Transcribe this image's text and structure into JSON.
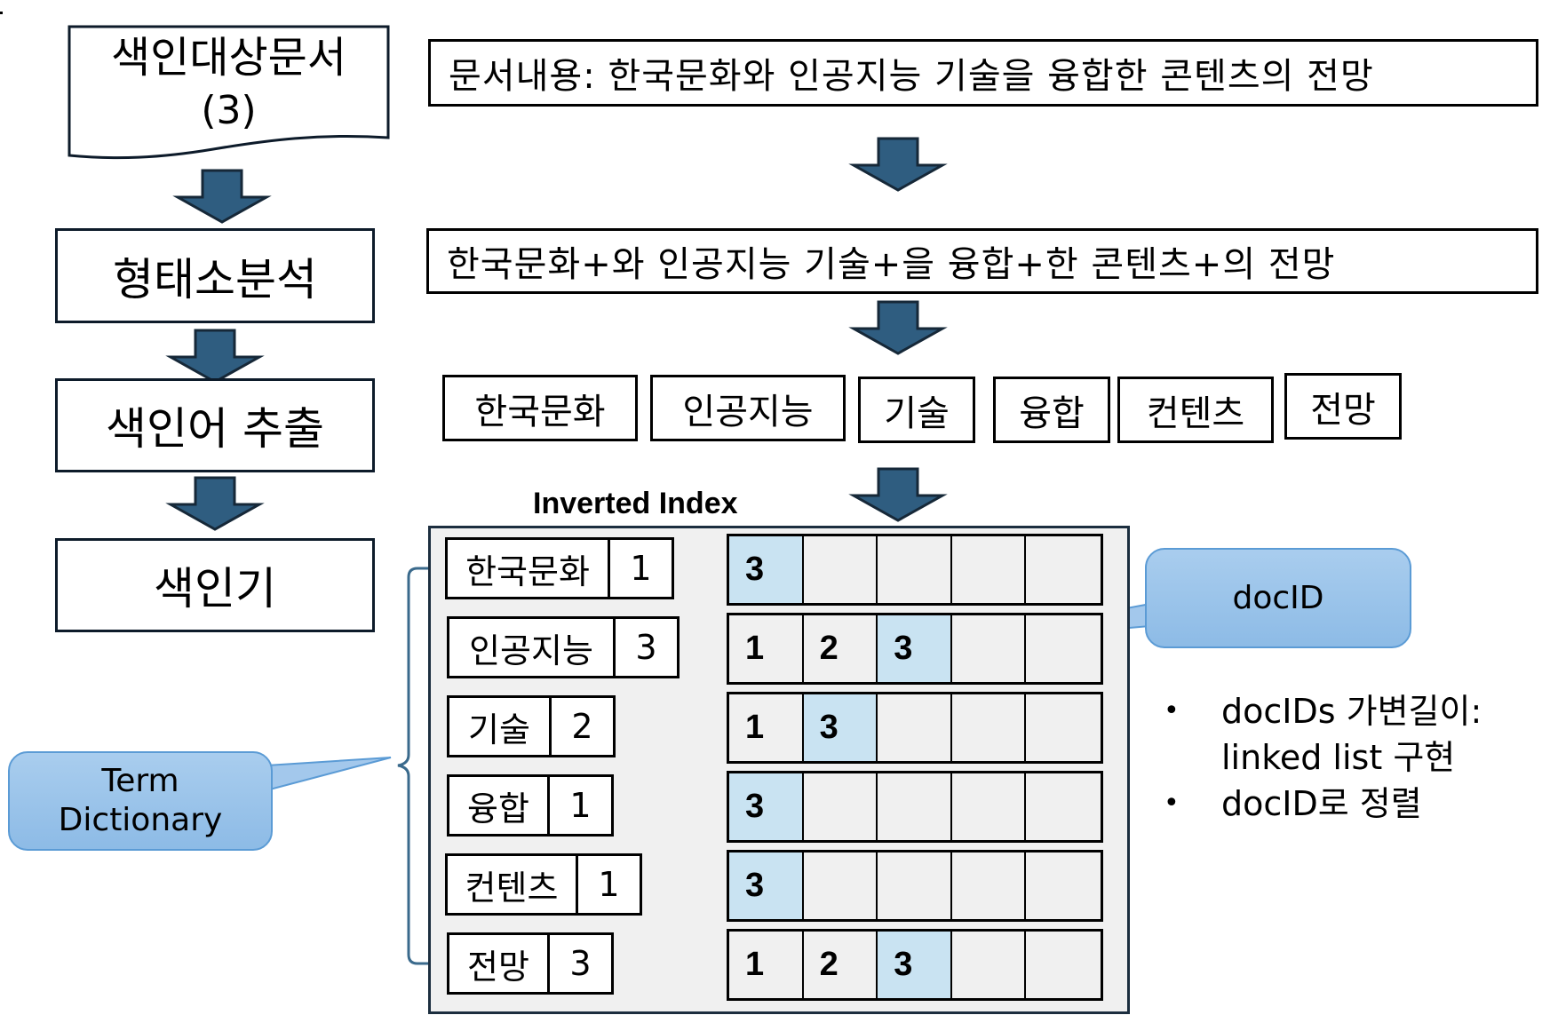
{
  "left_flow": {
    "source_doc": {
      "title": "색인대상문서",
      "count": "(3)"
    },
    "steps": [
      "형태소분석",
      "색인어 추출",
      "색인기"
    ]
  },
  "right_flow": {
    "document_content": "문서내용: 한국문화와 인공지능 기술을 융합한 콘텐츠의 전망",
    "morpheme_result": "한국문화+와 인공지능 기술+을 융합+한 콘텐츠+의 전망",
    "tokens": [
      "한국문화",
      "인공지능",
      "기술",
      "융합",
      "컨텐츠",
      "전망"
    ]
  },
  "inverted_index": {
    "title": "Inverted Index",
    "terms": [
      {
        "term": "한국문화",
        "df": "1",
        "postings": [
          "3",
          "",
          "",
          "",
          ""
        ],
        "highlight": [
          0
        ]
      },
      {
        "term": "인공지능",
        "df": "3",
        "postings": [
          "1",
          "2",
          "3",
          "",
          ""
        ],
        "highlight": [
          2
        ]
      },
      {
        "term": "기술",
        "df": "2",
        "postings": [
          "1",
          "3",
          "",
          "",
          ""
        ],
        "highlight": [
          1
        ]
      },
      {
        "term": "융합",
        "df": "1",
        "postings": [
          "3",
          "",
          "",
          "",
          ""
        ],
        "highlight": [
          0
        ]
      },
      {
        "term": "컨텐츠",
        "df": "1",
        "postings": [
          "3",
          "",
          "",
          "",
          ""
        ],
        "highlight": [
          0
        ]
      },
      {
        "term": "전망",
        "df": "3",
        "postings": [
          "1",
          "2",
          "3",
          "",
          ""
        ],
        "highlight": [
          2
        ]
      }
    ]
  },
  "callouts": {
    "term_dictionary": {
      "line1": "Term",
      "line2": "Dictionary"
    },
    "docid": "docID"
  },
  "notes": [
    {
      "line1": "docIDs 가변길이:",
      "line2": "linked list 구현"
    },
    {
      "line1": "docID로 정렬",
      "line2": ""
    }
  ],
  "colors": {
    "arrow_fill": "#2f5d80",
    "arrow_stroke": "#162838",
    "highlight_cell": "#c9e3f2",
    "panel_bg": "#f0f0f0",
    "callout_fill": "#9cc4eb",
    "callout_border": "#5b9bd5",
    "bracket": "#3a6a8c"
  }
}
